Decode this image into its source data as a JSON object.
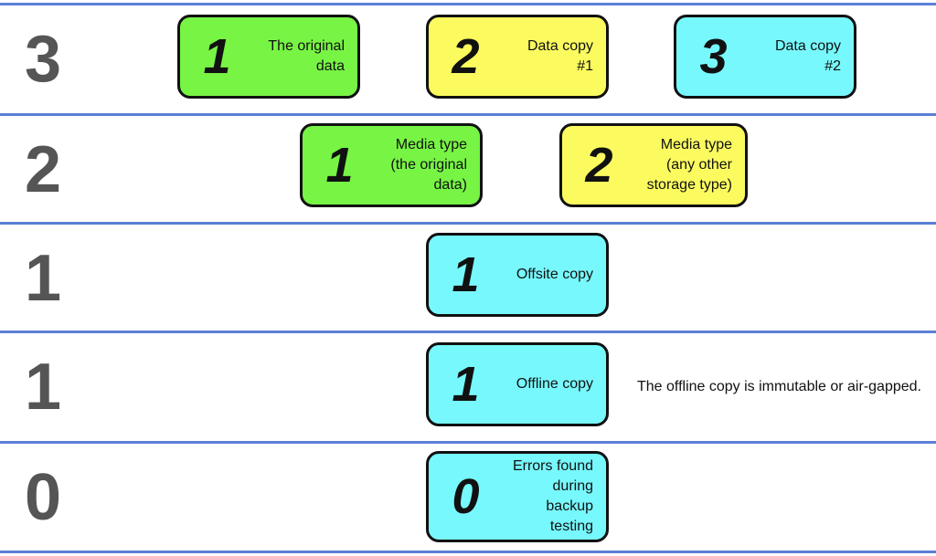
{
  "rows": [
    {
      "number": "3",
      "cards": [
        {
          "num": "1",
          "label": "The original\ndata",
          "color": "#77f444"
        },
        {
          "num": "2",
          "label": "Data copy\n#1",
          "color": "#fbfb5f"
        },
        {
          "num": "3",
          "label": "Data copy\n#2",
          "color": "#77f8fc"
        }
      ]
    },
    {
      "number": "2",
      "cards": [
        {
          "num": "1",
          "label": "Media type\n(the original\ndata)",
          "color": "#77f444"
        },
        {
          "num": "2",
          "label": "Media type\n(any other\nstorage type)",
          "color": "#fbfb5f"
        }
      ]
    },
    {
      "number": "1",
      "cards": [
        {
          "num": "1",
          "label": "Offsite copy",
          "color": "#77f8fc"
        }
      ]
    },
    {
      "number": "1",
      "cards": [
        {
          "num": "1",
          "label": "Offline copy",
          "color": "#77f8fc"
        }
      ],
      "note": "The offline copy is immutable or air-gapped."
    },
    {
      "number": "0",
      "cards": [
        {
          "num": "0",
          "label": "Errors found\nduring\nbackup\ntesting",
          "color": "#77f8fc"
        }
      ]
    }
  ],
  "colors": {
    "rule": "#5b7fd6",
    "number": "#555555",
    "border": "#111111"
  }
}
